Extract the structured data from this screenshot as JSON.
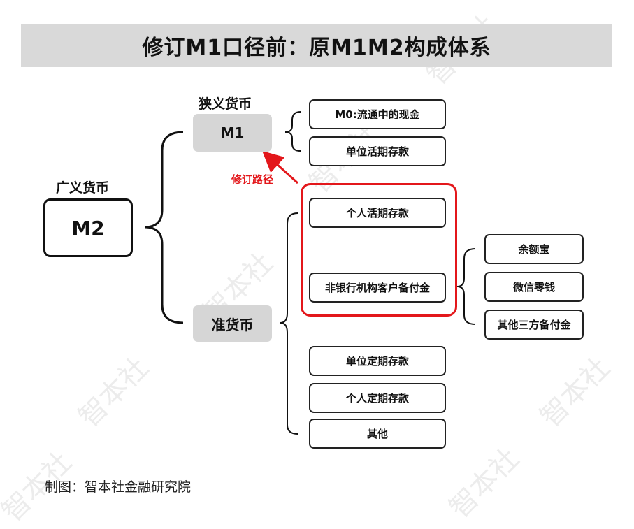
{
  "title": "修订M1口径前：原M1M2构成体系",
  "m2": {
    "caption": "广义货币",
    "label": "M2"
  },
  "m1": {
    "caption": "狭义货币",
    "label": "M1"
  },
  "quasi": {
    "label": "准货币"
  },
  "m1_items": [
    "M0:流通中的现金",
    "单位活期存款"
  ],
  "quasi_items": [
    "个人活期存款",
    "非银行机构客户备付金",
    "单位定期存款",
    "个人定期存款",
    "其他"
  ],
  "provision_items": [
    "余额宝",
    "微信零钱",
    "其他三方备付金"
  ],
  "revision_label": "修订路径",
  "source": "制图：智本社金融研究院",
  "watermark": "智本社",
  "colors": {
    "highlight": "#e3171b",
    "title_bg": "#d9d9d9",
    "node_bg": "#d6d6d6"
  }
}
